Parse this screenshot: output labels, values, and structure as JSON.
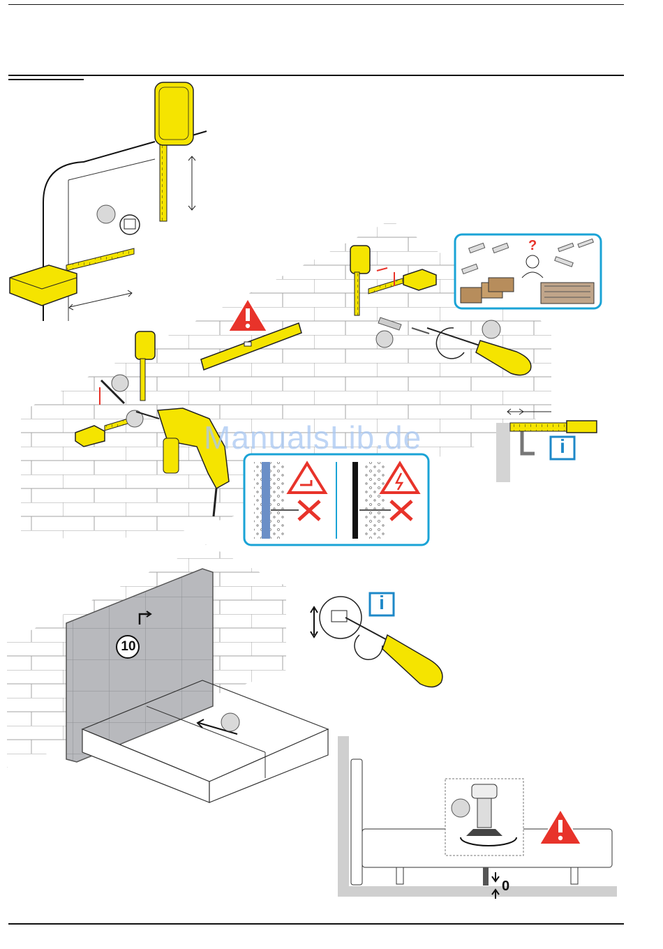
{
  "watermark": "ManualsLib.de",
  "step_number": "10",
  "info_badge": "i",
  "clearance_value": "0",
  "colors": {
    "tape_yellow": "#f5e400",
    "frame_blue": "#1aa3d6",
    "warning_red": "#e8332a",
    "info_blue": "#1e88c8",
    "headboard_gray": "#b8b9bd",
    "floor_gray": "#cfcfcf"
  },
  "icons": [
    "measuring-tape-icon",
    "spirit-level-icon",
    "drill-icon",
    "screwdriver-icon",
    "warning-triangle-icon",
    "info-icon",
    "water-pipe-hazard-icon",
    "electric-hazard-icon",
    "wall-plug-icon",
    "question-icon"
  ]
}
